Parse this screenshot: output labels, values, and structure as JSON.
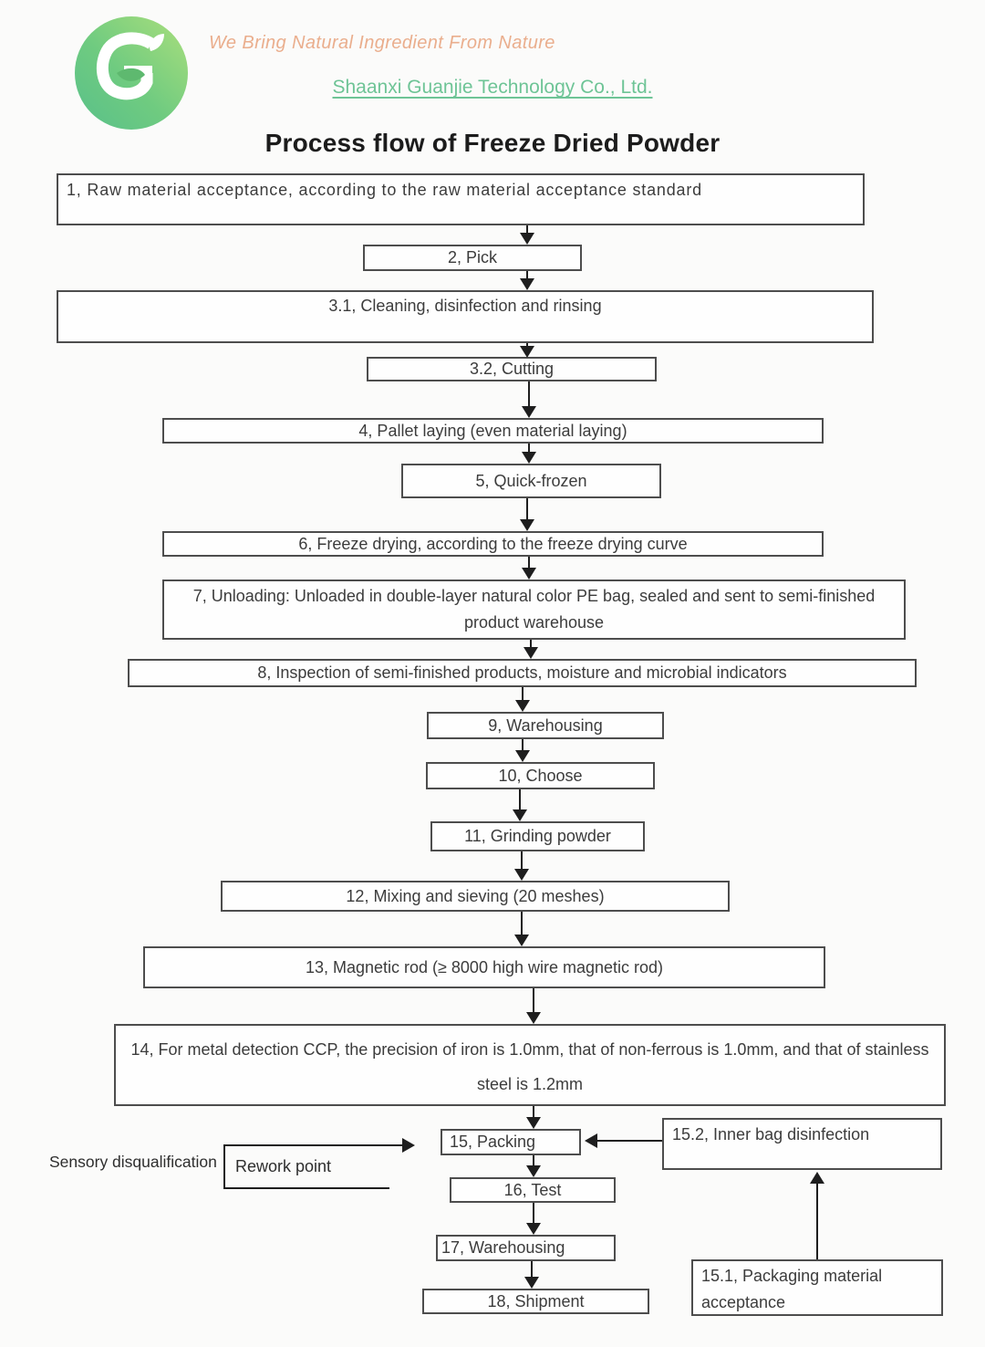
{
  "header": {
    "tagline": "We Bring Natural Ingredient From Nature",
    "company_name": "Shaanxi Guanjie Technology Co., Ltd.",
    "title": "Process flow of Freeze Dried Powder"
  },
  "colors": {
    "tagline_text": "#eaae8d",
    "company_text": "#6ec496",
    "logo_green_light": "#abdf7c",
    "logo_green_dark": "#58c08a",
    "box_border": "#4d4d4d",
    "arrow": "#1e1e1e"
  },
  "flowchart": {
    "steps": {
      "s1": "1、Raw material acceptance, according to the raw material acceptance standard",
      "s2": "2、Pick",
      "s3_1": "3.1、Cleaning, disinfection and rinsing",
      "s3_2": "3.2、 Cutting",
      "s4": "4、Pallet laying (even material laying)",
      "s5": "5、Quick-frozen",
      "s6": "6、Freeze drying, according to the freeze drying curve",
      "s7": "7、Unloading: Unloaded in double-layer natural color PE bag, sealed and sent to semi-finished product warehouse",
      "s8": "8、Inspection of semi-finished products, moisture and microbial indicators",
      "s9": "9、Warehousing",
      "s10": "10、Choose",
      "s11": "11、Grinding powder",
      "s12": "12、Mixing and sieving (20 meshes)",
      "s13": "13、Magnetic rod (≥ 8000 high wire magnetic rod)",
      "s14": "14、For metal detection CCP, the precision of iron is 1.0mm, that of non-ferrous is 1.0mm, and that of stainless steel is 1.2mm",
      "s15": "15、Packing",
      "s15_1": "15.1、Packaging material acceptance",
      "s15_2": "15.2、Inner bag disinfection",
      "s16": "16、Test",
      "s17": "17、Warehousing",
      "s18": "18、Shipment"
    },
    "annotations": {
      "sensory": "Sensory disqualification",
      "rework": "Rework point"
    },
    "edges": [
      "1→2",
      "2→3.1",
      "3.1→3.2",
      "3.2→4",
      "4→5",
      "5→6",
      "6→7",
      "7→8",
      "8→9",
      "9→10",
      "10→11",
      "11→12",
      "12→13",
      "13→14",
      "14→15",
      "15→16",
      "16→17",
      "17→18",
      "Rework point→15",
      "15.2→15",
      "15.1→15.2"
    ]
  }
}
